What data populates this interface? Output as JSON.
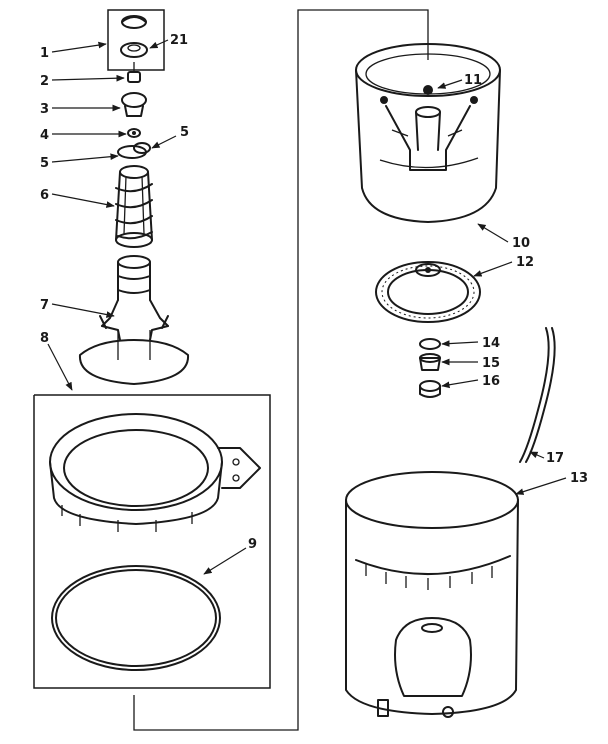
{
  "colors": {
    "ink": "#1a1a1a",
    "paper": "#ffffff"
  },
  "callouts": {
    "c1": "1",
    "c2": "2",
    "c3": "3",
    "c4": "4",
    "c5a": "5",
    "c5b": "5",
    "c6": "6",
    "c7": "7",
    "c8": "8",
    "c9": "9",
    "c10": "10",
    "c11": "11",
    "c12": "12",
    "c13": "13",
    "c14": "14",
    "c15": "15",
    "c16": "16",
    "c17": "17",
    "c21": "21"
  }
}
